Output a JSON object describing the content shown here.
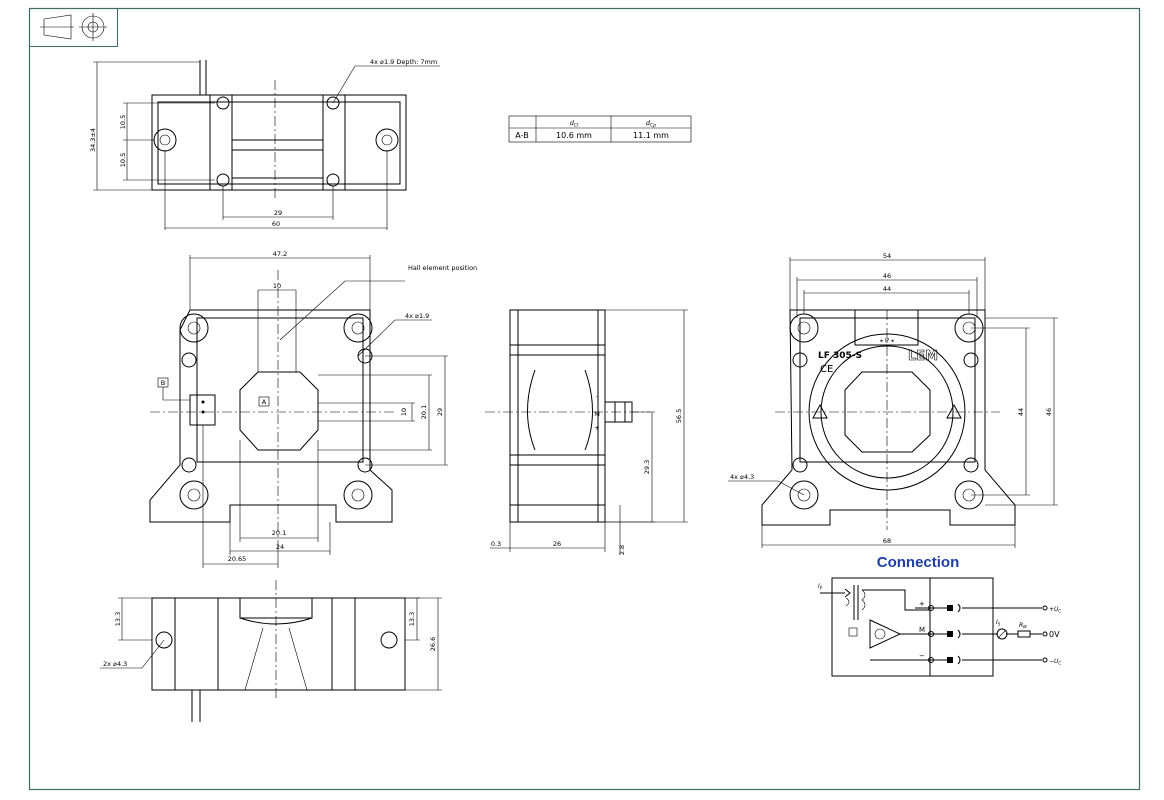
{
  "frame": {
    "border_color": "#3e6b62",
    "conn_title_color": "#1f3fa8"
  },
  "symbol": {
    "name": "projection-symbol"
  },
  "top_view": {
    "note_holes": "4x ⌀1.9 Depth: 7mm",
    "dim_height": "34.3±4",
    "dim_a": "10.5",
    "dim_b": "10.5",
    "dim_inner": "29",
    "dim_outer": "60"
  },
  "table": {
    "headers": [
      "",
      "dCI",
      "dCp"
    ],
    "rows": [
      [
        "A-B",
        "10.6  mm",
        "11.1  mm"
      ]
    ]
  },
  "front_view": {
    "dim_width": "47.2",
    "dim_slot": "10",
    "note_hall": "Hall element position",
    "note_holes": "4x ⌀1.9",
    "label_a": "A",
    "label_b": "B",
    "dim_10": "10",
    "dim_20_1_v": "20.1",
    "dim_29": "29",
    "dim_20_1_h": "20.1",
    "dim_24": "24",
    "dim_20_65": "20.65"
  },
  "side_view": {
    "dim_56_5": "56.5",
    "dim_29_3": "29.3",
    "dim_0_3": "0.3",
    "dim_26": "26",
    "dim_2_8": "2.8",
    "pin_minus": "-",
    "pin_m": "M",
    "pin_plus": "+"
  },
  "bottom_view": {
    "dim_13_3_l": "13.3",
    "dim_13_3_r": "13.3",
    "dim_26_6": "26.6",
    "note_holes": "2x ⌀4.3"
  },
  "right_view": {
    "dim_54": "54",
    "dim_46_h": "46",
    "dim_44_h": "44",
    "dim_44_v": "44",
    "dim_46_v": "46",
    "dim_68": "68",
    "note_holes": "4x ⌀4.3",
    "product_label": "LF 305-S",
    "brand": "LEM",
    "ce_mark": "CE",
    "arrow_label": "▸ IP ◂"
  },
  "connection": {
    "title": "Connection",
    "ip": "IP",
    "is": "IS",
    "rm": "RM",
    "plus": "+",
    "m": "M",
    "minus": "−",
    "uc_plus": "+UC",
    "zero_v": "0V",
    "uc_minus": "−UC"
  }
}
